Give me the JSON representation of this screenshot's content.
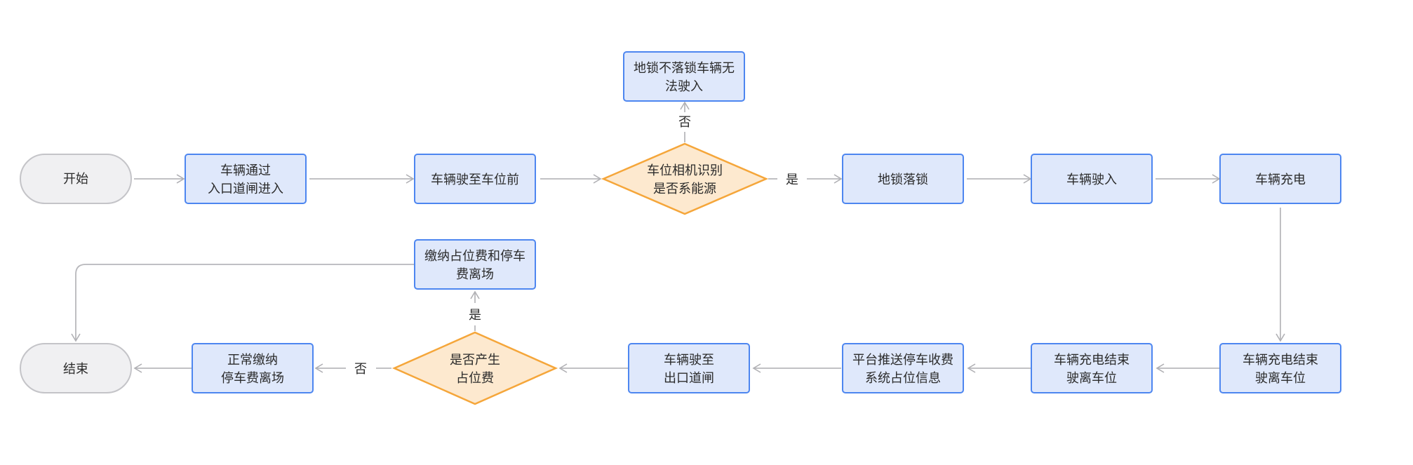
{
  "nodes": {
    "start": {
      "lines": [
        "开始"
      ]
    },
    "enter": {
      "lines": [
        "车辆通过",
        "入口道闸进入"
      ]
    },
    "drive_to_spot": {
      "lines": [
        "车辆驶至车位前"
      ]
    },
    "camera_check": {
      "lines": [
        "车位相机识别",
        "是否系能源"
      ]
    },
    "lock_no_drop": {
      "lines": [
        "地锁不落锁车辆无",
        "法驶入"
      ]
    },
    "lock_drop": {
      "lines": [
        "地锁落锁"
      ]
    },
    "drive_in": {
      "lines": [
        "车辆驶入"
      ]
    },
    "charging": {
      "lines": [
        "车辆充电"
      ]
    },
    "charge_done_a": {
      "lines": [
        "车辆充电结束",
        "驶离车位"
      ]
    },
    "charge_done_b": {
      "lines": [
        "车辆充电结束",
        "驶离车位"
      ]
    },
    "push_info": {
      "lines": [
        "平台推送停车收费",
        "系统占位信息"
      ]
    },
    "to_exit": {
      "lines": [
        "车辆驶至",
        "出口道闸"
      ]
    },
    "occupy_fee_check": {
      "lines": [
        "是否产生",
        "占位费"
      ]
    },
    "pay_occupy_fee": {
      "lines": [
        "缴纳占位费和停车",
        "费离场"
      ]
    },
    "normal_pay": {
      "lines": [
        "正常缴纳",
        "停车费离场"
      ]
    },
    "end": {
      "lines": [
        "结束"
      ]
    }
  },
  "edge_labels": {
    "camera_no": "否",
    "camera_yes": "是",
    "fee_yes": "是",
    "fee_no": "否"
  },
  "colors": {
    "process_fill": "#dfe8fb",
    "process_stroke": "#4d86f0",
    "decision_fill": "#fde9cf",
    "decision_stroke": "#f5a63a",
    "terminal_fill": "#f0f0f2",
    "terminal_stroke": "#c4c4c8",
    "edge": "#b8b8bc"
  }
}
